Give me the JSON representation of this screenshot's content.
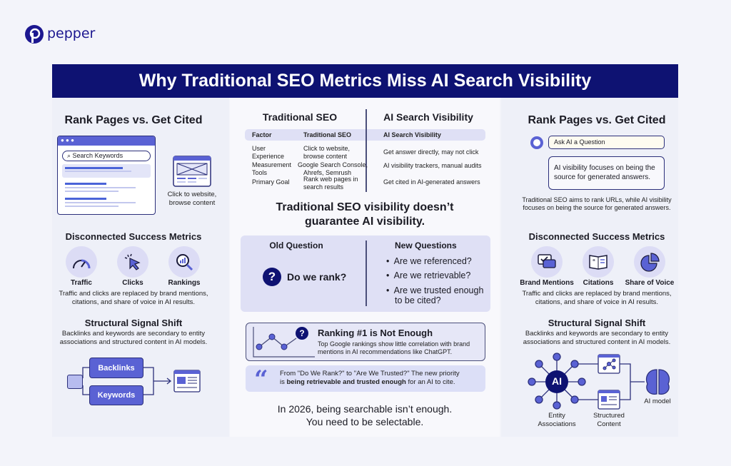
{
  "brand": {
    "name": "pepper",
    "color": "#1c1790"
  },
  "title": "Why Traditional SEO Metrics Miss AI Search Visibility",
  "colors": {
    "banner": "#0e1272",
    "accent": "#5a62d4",
    "light": "#dfe0f5"
  },
  "left": {
    "heading": "Rank Pages vs. Get Cited",
    "search_placeholder": "Search Keywords",
    "browser_caption": [
      "Click to website,",
      "browse content"
    ],
    "metrics_heading": "Disconnected Success Metrics",
    "metrics": [
      {
        "label": "Traffic",
        "icon": "speedometer-icon"
      },
      {
        "label": "Clicks",
        "icon": "cursor-click-icon"
      },
      {
        "label": "Rankings",
        "icon": "magnifier-chart-icon"
      }
    ],
    "metrics_caption": [
      "Traffic and clicks are replaced by brand mentions,",
      "citations, and share of voice in AI results."
    ],
    "signal_heading": "Structural Signal Shift",
    "signal_caption": [
      "Backlinks and keywords are secondary to entity",
      "associations and structured content in AI models."
    ],
    "signal_boxes": [
      "Backlinks",
      "Keywords"
    ]
  },
  "center": {
    "col_titles": [
      "Traditional SEO",
      "AI Search Visibility"
    ],
    "table": {
      "headers": [
        "Factor",
        "Traditional SEO",
        "AI Search Visibility"
      ],
      "rows": [
        {
          "factor": [
            "User",
            "Experience"
          ],
          "traditional": [
            "Click to website,",
            "browse content"
          ],
          "ai": "Get answer directly, may not click"
        },
        {
          "factor": [
            "Measurement",
            "Tools"
          ],
          "traditional": [
            "Google Search Console,",
            "Ahrefs, Semrush"
          ],
          "ai": "AI visibility trackers, manual audits"
        },
        {
          "factor": [
            "Primary Goal"
          ],
          "traditional": [
            "Rank web pages in",
            "search results"
          ],
          "ai": "Get cited in AI-generated answers"
        }
      ]
    },
    "statement": [
      "Traditional SEO visibility doesn’t",
      "guarantee AI visibility."
    ],
    "old_question": {
      "heading": "Old Question",
      "text": "Do we rank?"
    },
    "new_questions": {
      "heading": "New Questions",
      "items": [
        "Are we referenced?",
        "Are we retrievable?",
        "Are we trusted enough",
        "to be cited?"
      ]
    },
    "ranking": {
      "title": "Ranking #1 is Not Enough",
      "text": [
        "Top Google rankings show little correlation with brand",
        "mentions in AI recommendations like ChatGPT."
      ]
    },
    "quote": {
      "line1": "From \"Do We Rank?\" to \"Are We Trusted?\" The new priority",
      "line2_prefix": "is ",
      "line2_bold": "being retrievable and trusted enough",
      "line2_suffix": " for an AI to cite."
    },
    "closing": [
      "In 2026, being searchable isn’t enough.",
      "You need to be selectable."
    ]
  },
  "right": {
    "heading": "Rank Pages vs. Get Cited",
    "ask_placeholder": "Ask AI a Question",
    "bubble": [
      "AI visibility focuses on being the",
      "source for generated answers."
    ],
    "caption": [
      "Traditional SEO aims to rank URLs, while AI visibility",
      "focuses on being the source for generated answers."
    ],
    "metrics_heading": "Disconnected Success Metrics",
    "metrics": [
      {
        "label": "Brand Mentions",
        "icon": "chat-check-icon"
      },
      {
        "label": "Citations",
        "icon": "open-book-icon"
      },
      {
        "label": "Share of Voice",
        "icon": "pie-chart-icon"
      }
    ],
    "metrics_caption": [
      "Traffic and clicks are replaced by brand mentions,",
      "citations, and share of voice in AI results."
    ],
    "signal_heading": "Structural Signal Shift",
    "signal_caption": [
      "Backlinks and keywords are secondary to entity",
      "associations and structured content in AI models."
    ],
    "ai_node": "AI",
    "labels": {
      "entity": [
        "Entity",
        "Associations"
      ],
      "structured": [
        "Structured",
        "Content"
      ],
      "model": "AI model"
    }
  }
}
